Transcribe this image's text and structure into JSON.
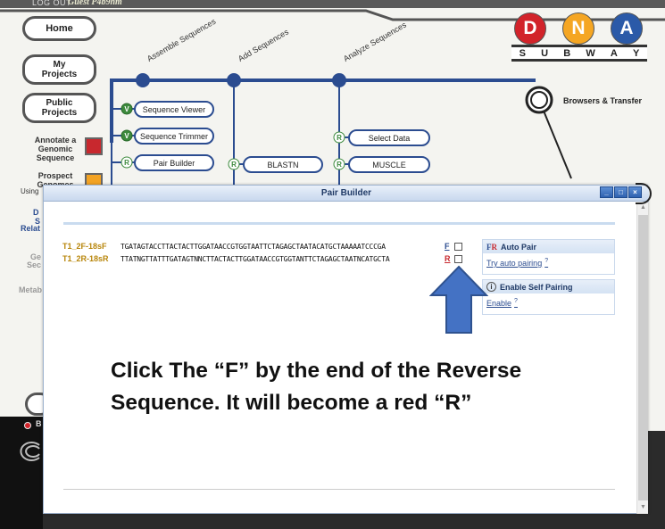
{
  "header": {
    "logout": "LOG OUT",
    "guest": "Guest P4b9hm"
  },
  "nav": {
    "home": "Home",
    "my_projects": "My Projects",
    "public_projects": "Public Projects"
  },
  "sidebar": {
    "annotate": "Annotate a Genomic Sequence",
    "prospect": "Prospect Genomes",
    "using": "Using",
    "frag_d": "D",
    "frag_s": "S",
    "frag_relat": "Relat",
    "frag_ge": "Ge",
    "frag_sec": "Sec",
    "frag_metab": "Metab",
    "frag_b": "B"
  },
  "logo": {
    "d": "D",
    "n": "N",
    "a": "A",
    "letters": [
      "S",
      "U",
      "B",
      "W",
      "A",
      "Y"
    ]
  },
  "map": {
    "stages": [
      "Assemble Sequences",
      "Add Sequences",
      "Analyze Sequences"
    ],
    "browsers": "Browsers & Transfer",
    "pills": [
      "Sequence Viewer",
      "Sequence Trimmer",
      "Pair Builder",
      "BLASTN",
      "Select Data",
      "MUSCLE"
    ],
    "badge_v": "V",
    "badge_r": "R"
  },
  "modal": {
    "title": "Pair Builder",
    "sequences": [
      {
        "name": "T1_2F-18sF",
        "seq": "TGATAGTACCTTACTACTTGGATAACCGTGGTAATTCTAGAGCTAATACATGCTAAAAATCCCGA",
        "orientation": "F"
      },
      {
        "name": "T1_2R-18sR",
        "seq": "TTATNGTTATTTGATAGTNNCTTACTACTTGGATAACCGTGGTANTTCTAGAGCTAATNCATGCTA",
        "orientation": "R"
      }
    ],
    "auto_pair": {
      "title": "Auto Pair",
      "link": "Try auto pairing",
      "help": "?"
    },
    "self_pair": {
      "title": "Enable Self Pairing",
      "link": "Enable",
      "help": "?",
      "info": "i"
    },
    "window_buttons": [
      "_",
      "□",
      "×"
    ]
  },
  "callout": {
    "line1": "Click The “F” by the end of the Reverse",
    "line2": "Sequence.  It will become a red “R”"
  },
  "colors": {
    "map_line": "#2b4c90",
    "arrow": "#4472c4",
    "modal_border": "#9eb3cf"
  }
}
